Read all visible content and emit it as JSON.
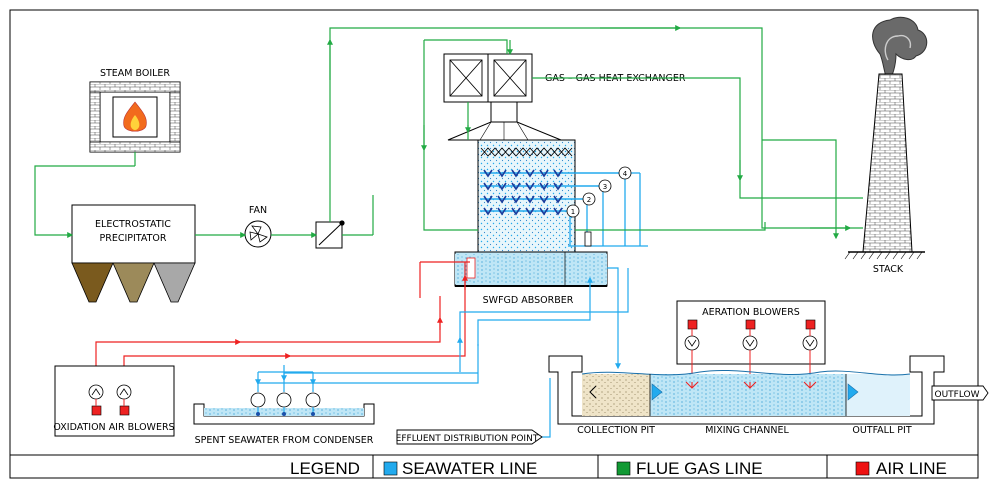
{
  "labels": {
    "steam_boiler": "STEAM BOILER",
    "esp_line1": "ELECTROSTATIC",
    "esp_line2": "PRECIPITATOR",
    "fan": "FAN",
    "gghe": "GAS – GAS HEAT EXCHANGER",
    "absorber": "SWFGD ABSORBER",
    "stack": "STACK",
    "aeration_blowers": "AERATION BLOWERS",
    "oxidation_blowers": "OXIDATION AIR BLOWERS",
    "spent_seawater": "SPENT SEAWATER FROM CONDENSER",
    "effluent_point": "EFFLUENT DISTRIBUTION POINT",
    "collection_pit": "COLLECTION PIT",
    "mixing_channel": "MIXING CHANNEL",
    "outfall_pit": "OUTFALL PIT",
    "outflow": "OUTFLOW"
  },
  "spray_levels": [
    "1",
    "2",
    "3",
    "4"
  ],
  "legend": {
    "title": "LEGEND",
    "items": [
      {
        "label": "SEAWATER LINE",
        "color": "#22aaee"
      },
      {
        "label": "FLUE GAS LINE",
        "color": "#119933"
      },
      {
        "label": "AIR LINE",
        "color": "#ee1111"
      }
    ]
  },
  "colors": {
    "seawater": "#22aaee",
    "flue_gas": "#22aa44",
    "air": "#ee2222",
    "hopper1": "#7a5a1e",
    "hopper2": "#9c8a5a",
    "hopper3": "#a8a8a8",
    "stack_smoke": "#6a6a6a"
  }
}
